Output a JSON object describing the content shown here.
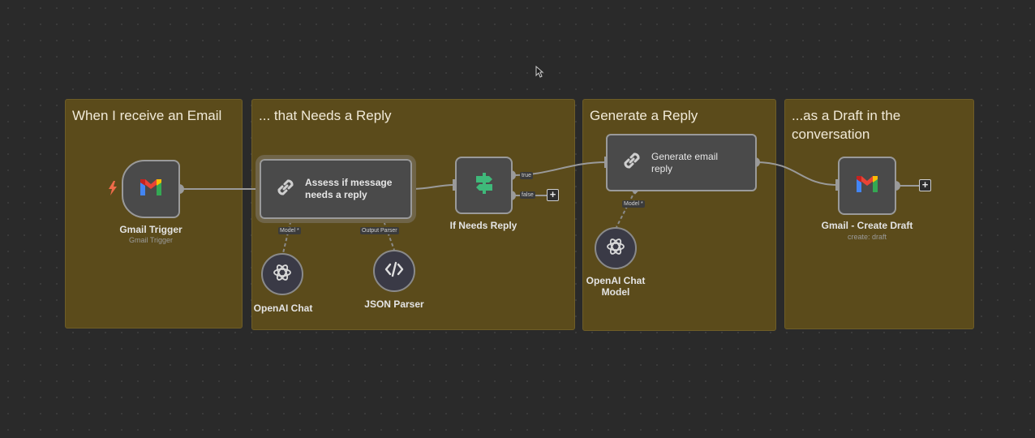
{
  "stickies": [
    {
      "title": "When I receive an Email"
    },
    {
      "title": "... that Needs a Reply"
    },
    {
      "title": "Generate a Reply"
    },
    {
      "title": "...as a Draft in the conversation"
    }
  ],
  "nodes": {
    "gmail_trigger": {
      "label": "Gmail Trigger",
      "sublabel": "Gmail Trigger"
    },
    "assess": {
      "label": "Assess if message needs a reply"
    },
    "if_needs_reply": {
      "label": "If Needs Reply",
      "true_label": "true",
      "false_label": "false"
    },
    "openai_chat_1": {
      "label": "OpenAI Chat"
    },
    "json_parser": {
      "label": "JSON Parser"
    },
    "generate_reply": {
      "label": "Generate email reply"
    },
    "openai_chat_model": {
      "label": "OpenAI Chat Model"
    },
    "gmail_create_draft": {
      "label": "Gmail - Create Draft",
      "sublabel": "create: draft"
    }
  },
  "ports": {
    "model_label": "Model *",
    "output_parser_label": "Output Parser"
  },
  "icons": {
    "gmail": "gmail-icon",
    "chain": "link-chain-icon",
    "if": "signpost-icon",
    "openai": "openai-icon",
    "code": "code-brackets-icon",
    "trigger": "lightning-bolt-icon",
    "add": "plus-icon"
  },
  "colors": {
    "canvas": "#2a2a2a",
    "sticky": "#5b4b1b",
    "node": "#4a4a4a",
    "if_icon": "#3fb97a",
    "trigger_bolt": "#ef6b4a"
  }
}
